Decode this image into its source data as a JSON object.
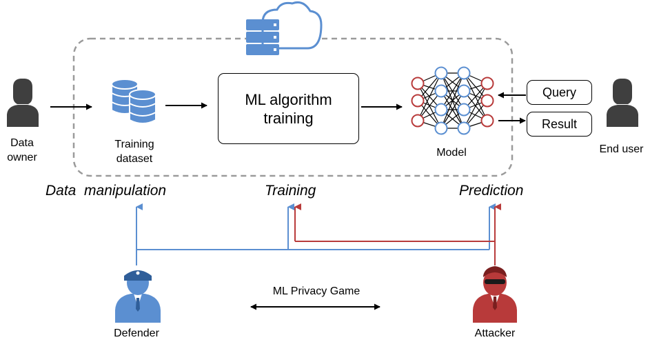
{
  "actors": {
    "data_owner": "Data\nowner",
    "end_user": "End user",
    "defender": "Defender",
    "attacker": "Attacker"
  },
  "components": {
    "training_dataset": "Training\ndataset",
    "ml_training": "ML algorithm\ntraining",
    "model": "Model",
    "query": "Query",
    "result": "Result"
  },
  "phases": {
    "data_manipulation": "Data  manipulation",
    "training": "Training",
    "prediction": "Prediction"
  },
  "game_label": "ML Privacy Game",
  "icons": [
    "cloud-server-icon",
    "database-icon",
    "neural-network-icon",
    "person-icon",
    "defender-icon",
    "attacker-icon"
  ],
  "colors": {
    "blue": "#5B8FD1",
    "red": "#B83A3A",
    "gray_dashed": "#9A9A9A",
    "icon_gray": "#3F3F3F"
  }
}
